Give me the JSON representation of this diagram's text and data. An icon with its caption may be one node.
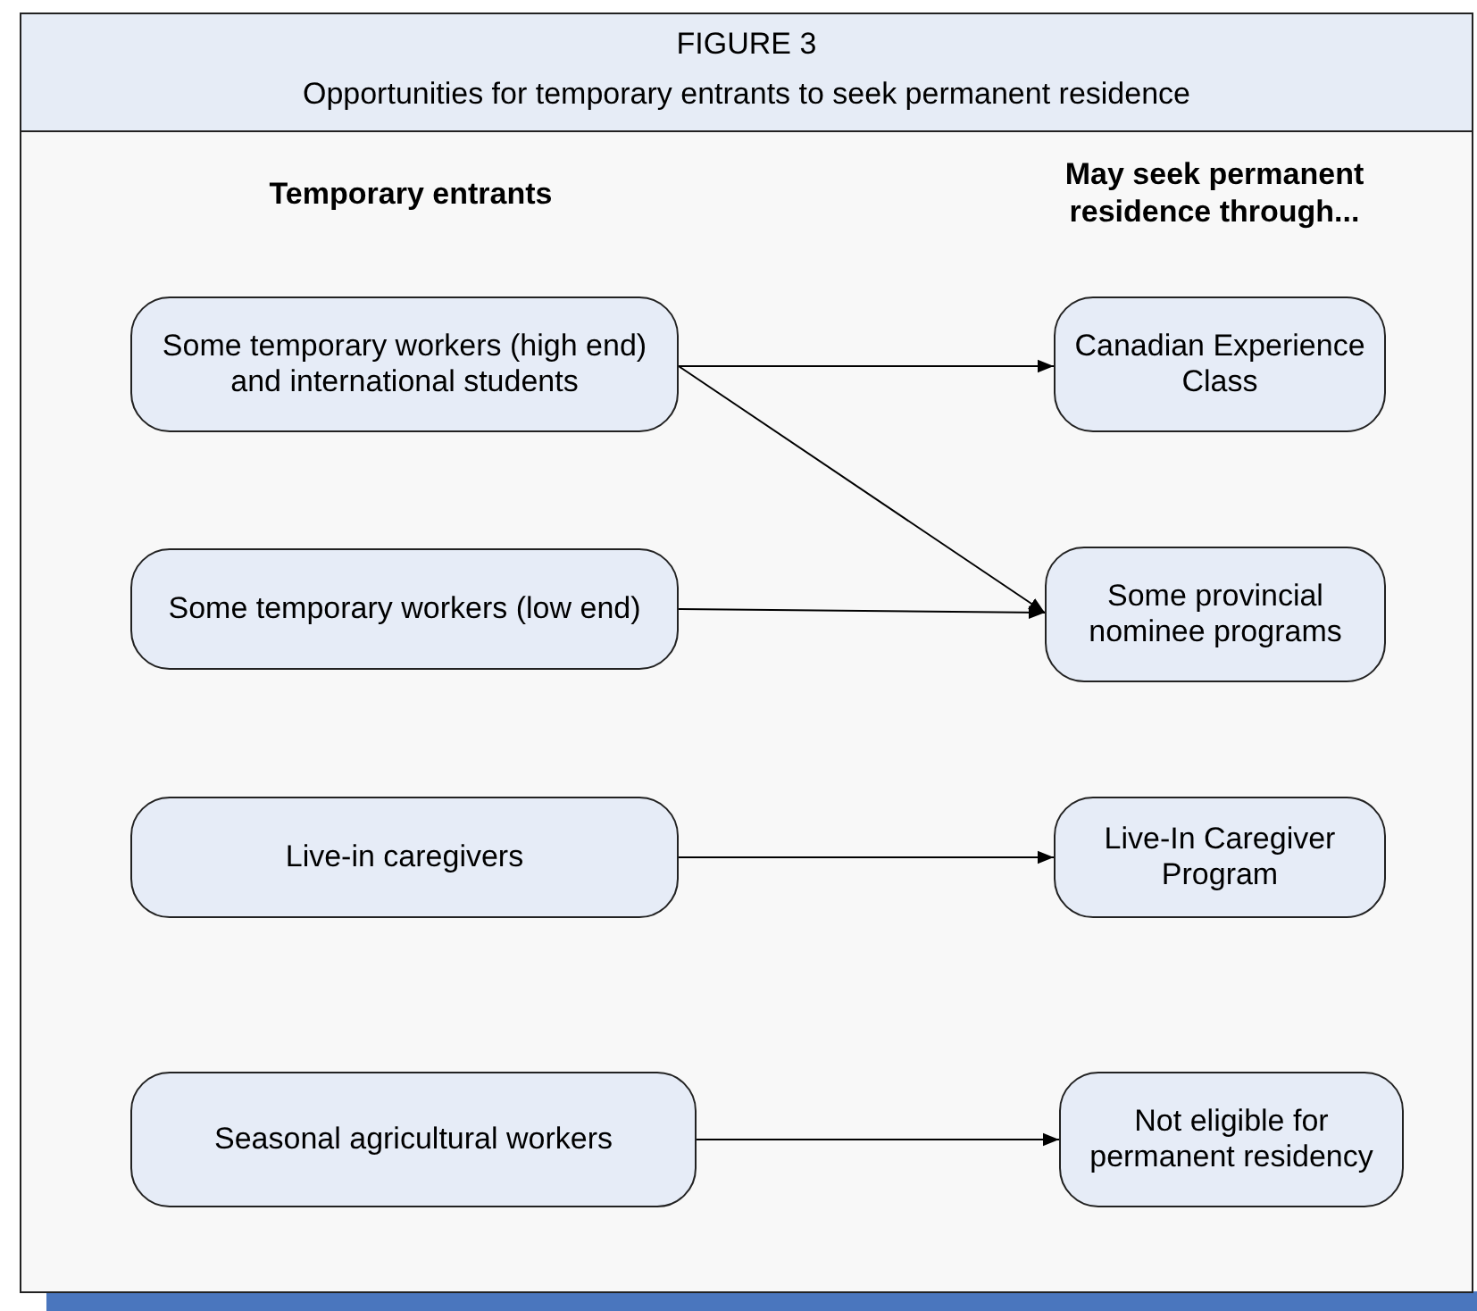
{
  "diagram": {
    "title": "FIGURE 3",
    "caption": "Opportunities for temporary entrants to seek permanent residence",
    "nodes": [
      {
        "text": [
          "Some temporary workers (high end) and international students"
        ]
      },
      {
        "text": [
          "Canadian Experience Class"
        ]
      },
      {
        "text": [
          "Some temporary workers (low end)"
        ]
      },
      {
        "text": [
          "Some provincial nominee programs"
        ]
      },
      {
        "text": [
          "Live-in caregivers"
        ]
      },
      {
        "text": [
          "Live-In Caregiver Program"
        ]
      },
      {
        "text": [
          "Seasonal agricultural workers"
        ]
      },
      {
        "text": [
          "Not eligible for permanent residency"
        ]
      }
    ],
    "edges": [
      {
        "from": 0,
        "to": 1,
        "arrow": "to"
      },
      {
        "from": 0,
        "to": 3,
        "arrow": "to"
      },
      {
        "from": 2,
        "to": 3,
        "arrow": "to"
      },
      {
        "from": 4,
        "to": 5,
        "arrow": "to"
      },
      {
        "from": 6,
        "to": 7,
        "arrow": "to"
      }
    ],
    "labels": [
      "Temporary entrants",
      "May seek permanent residence through..."
    ]
  }
}
